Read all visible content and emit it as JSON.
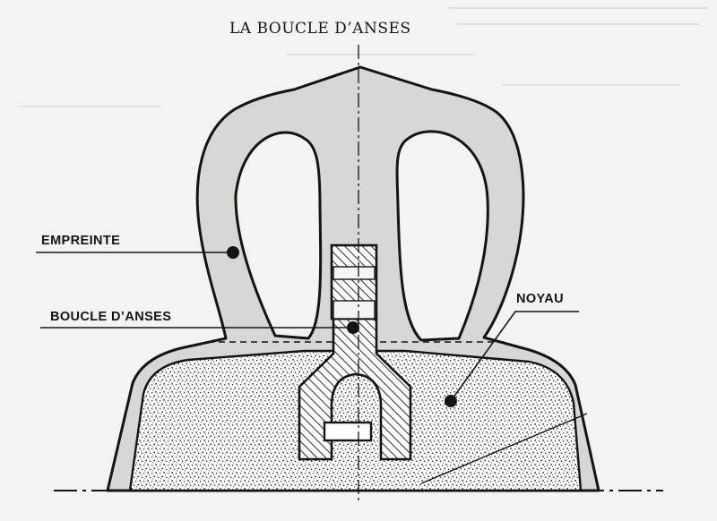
{
  "diagram": {
    "title": "LA BOUCLE D’ANSES",
    "labels": {
      "empreinte": "EMPREINTE",
      "boucle": "BOUCLE D’ANSES",
      "noyau": "NOYAU"
    }
  }
}
